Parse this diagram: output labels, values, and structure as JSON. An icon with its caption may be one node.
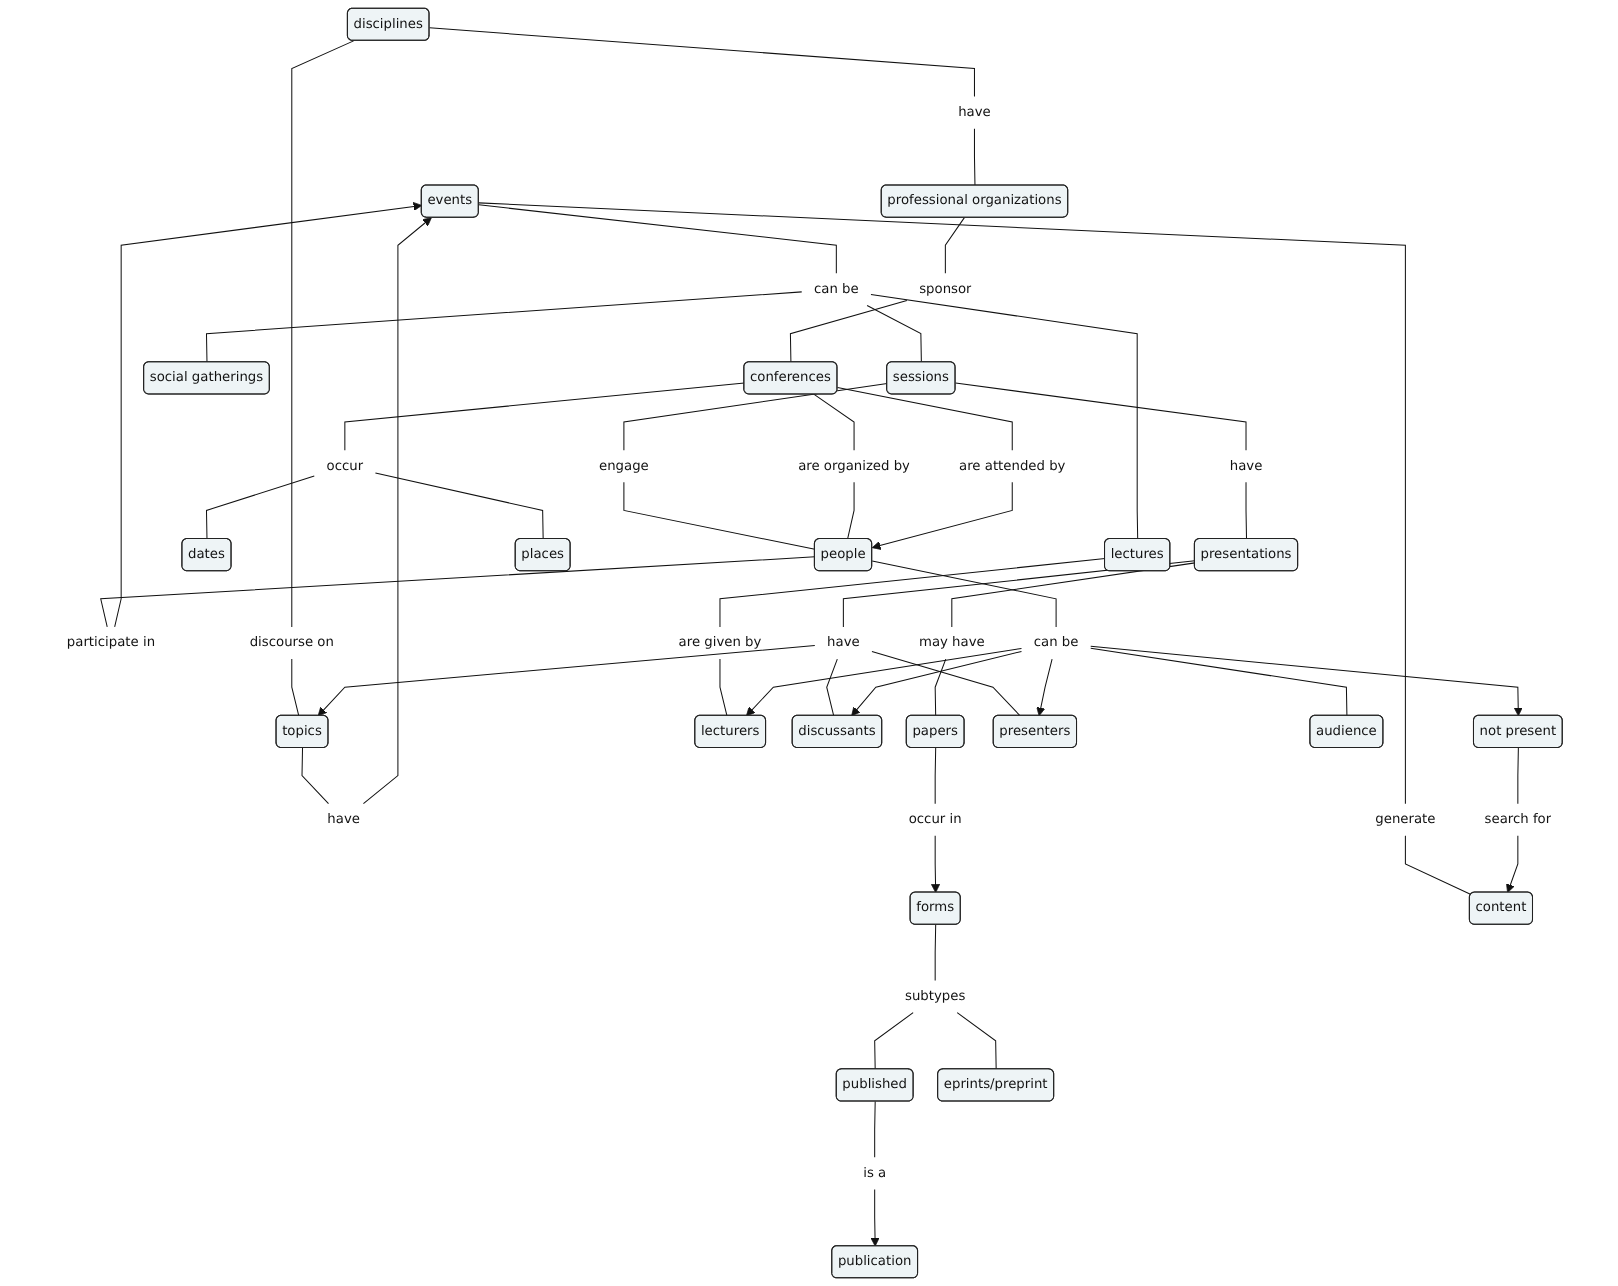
{
  "diagram": {
    "nodes": [
      {
        "text": [
          "events"
        ]
      },
      {
        "text": [
          "disciplines"
        ]
      },
      {
        "text": [
          "can be"
        ]
      },
      {
        "text": [
          "have"
        ]
      },
      {
        "text": [
          "sessions"
        ]
      },
      {
        "text": [
          "professional organizations"
        ]
      },
      {
        "text": [
          "have"
        ]
      },
      {
        "text": [
          "social gatherings"
        ]
      },
      {
        "text": [
          "participate in"
        ]
      },
      {
        "text": [
          "sponsor"
        ]
      },
      {
        "text": [
          "presentations"
        ]
      },
      {
        "text": [
          "engage"
        ]
      },
      {
        "text": [
          "have"
        ]
      },
      {
        "text": [
          "conferences"
        ]
      },
      {
        "text": [
          "discourse on"
        ]
      },
      {
        "text": [
          "occur"
        ]
      },
      {
        "text": [
          "generate"
        ]
      },
      {
        "text": [
          "may have"
        ]
      },
      {
        "text": [
          "are organized by"
        ]
      },
      {
        "text": [
          "are attended by"
        ]
      },
      {
        "text": [
          "dates"
        ]
      },
      {
        "text": [
          "lectures"
        ]
      },
      {
        "text": [
          "papers"
        ]
      },
      {
        "text": [
          "occur in"
        ]
      },
      {
        "text": [
          "forms"
        ]
      },
      {
        "text": [
          "have"
        ]
      },
      {
        "text": [
          "people"
        ]
      },
      {
        "text": [
          "places"
        ]
      },
      {
        "text": [
          "topics"
        ]
      },
      {
        "text": [
          "are given by"
        ]
      },
      {
        "text": [
          "lecturers"
        ]
      },
      {
        "text": [
          "discussants"
        ]
      },
      {
        "text": [
          "not present"
        ]
      },
      {
        "text": [
          "can be"
        ]
      },
      {
        "text": [
          "presenters"
        ]
      },
      {
        "text": [
          "search for"
        ]
      },
      {
        "text": [
          "audience"
        ]
      },
      {
        "text": [
          "content"
        ]
      },
      {
        "text": [
          "subtypes"
        ]
      },
      {
        "text": [
          "publication"
        ]
      },
      {
        "text": [
          "is a"
        ]
      },
      {
        "text": [
          "published"
        ]
      },
      {
        "text": [
          "eprints/preprint"
        ]
      }
    ],
    "edges": [
      {
        "from": 0,
        "to": 2,
        "arrow": "none"
      },
      {
        "from": 2,
        "to": 4,
        "arrow": "none"
      },
      {
        "from": 2,
        "to": 7,
        "arrow": "none"
      },
      {
        "from": 2,
        "to": 21,
        "arrow": "none"
      },
      {
        "from": 0,
        "to": 16,
        "arrow": "none"
      },
      {
        "from": 16,
        "to": 37,
        "arrow": "none"
      },
      {
        "from": 1,
        "to": 3,
        "arrow": "none"
      },
      {
        "from": 3,
        "to": 5,
        "arrow": "none"
      },
      {
        "from": 5,
        "to": 9,
        "arrow": "none"
      },
      {
        "from": 9,
        "to": 13,
        "arrow": "none"
      },
      {
        "from": 4,
        "to": 6,
        "arrow": "none"
      },
      {
        "from": 6,
        "to": 10,
        "arrow": "none"
      },
      {
        "from": 4,
        "to": 11,
        "arrow": "none"
      },
      {
        "from": 11,
        "to": 26,
        "arrow": "none"
      },
      {
        "from": 26,
        "to": 8,
        "arrow": "none"
      },
      {
        "from": 8,
        "to": 0,
        "arrow": "to"
      },
      {
        "from": 28,
        "to": 12,
        "arrow": "none"
      },
      {
        "from": 12,
        "to": 0,
        "arrow": "to"
      },
      {
        "from": 1,
        "to": 14,
        "arrow": "none"
      },
      {
        "from": 14,
        "to": 28,
        "arrow": "none"
      },
      {
        "from": 13,
        "to": 18,
        "arrow": "none"
      },
      {
        "from": 18,
        "to": 26,
        "arrow": "none"
      },
      {
        "from": 13,
        "to": 19,
        "arrow": "none"
      },
      {
        "from": 19,
        "to": 26,
        "arrow": "to"
      },
      {
        "from": 13,
        "to": 15,
        "arrow": "none"
      },
      {
        "from": 15,
        "to": 20,
        "arrow": "none"
      },
      {
        "from": 15,
        "to": 27,
        "arrow": "none"
      },
      {
        "from": 10,
        "to": 17,
        "arrow": "none"
      },
      {
        "from": 17,
        "to": 22,
        "arrow": "none"
      },
      {
        "from": 22,
        "to": 23,
        "arrow": "none"
      },
      {
        "from": 23,
        "to": 24,
        "arrow": "to"
      },
      {
        "from": 10,
        "to": 25,
        "arrow": "none"
      },
      {
        "from": 25,
        "to": 31,
        "arrow": "none"
      },
      {
        "from": 25,
        "to": 28,
        "arrow": "to"
      },
      {
        "from": 25,
        "to": 34,
        "arrow": "none"
      },
      {
        "from": 21,
        "to": 29,
        "arrow": "none"
      },
      {
        "from": 29,
        "to": 30,
        "arrow": "none"
      },
      {
        "from": 26,
        "to": 33,
        "arrow": "none"
      },
      {
        "from": 33,
        "to": 32,
        "arrow": "to"
      },
      {
        "from": 33,
        "to": 31,
        "arrow": "to"
      },
      {
        "from": 33,
        "to": 30,
        "arrow": "to"
      },
      {
        "from": 33,
        "to": 34,
        "arrow": "to"
      },
      {
        "from": 33,
        "to": 36,
        "arrow": "none"
      },
      {
        "from": 32,
        "to": 35,
        "arrow": "none"
      },
      {
        "from": 35,
        "to": 37,
        "arrow": "to"
      },
      {
        "from": 24,
        "to": 38,
        "arrow": "none"
      },
      {
        "from": 38,
        "to": 42,
        "arrow": "none"
      },
      {
        "from": 38,
        "to": 41,
        "arrow": "none"
      },
      {
        "from": 41,
        "to": 40,
        "arrow": "none"
      },
      {
        "from": 40,
        "to": 39,
        "arrow": "to"
      }
    ]
  }
}
